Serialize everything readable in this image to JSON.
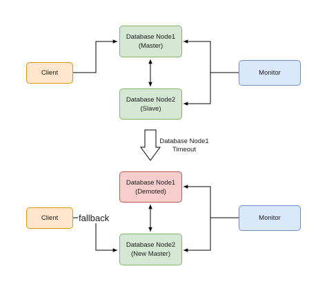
{
  "top": {
    "client": "Client",
    "monitor": "Monitor",
    "node1": {
      "line1": "Database Node1",
      "line2": "(Master)"
    },
    "node2": {
      "line1": "Database Node2",
      "line2": "(Slave)"
    }
  },
  "transition": {
    "label_line1": "Database Node1",
    "label_line2": "Timeout"
  },
  "bottom": {
    "client": "Client",
    "monitor": "Monitor",
    "node1": {
      "line1": "Database Node1",
      "line2": "(Demoted)"
    },
    "node2": {
      "line1": "Database Node2",
      "line2": "(New Master)"
    },
    "fallback_label": "fallback"
  },
  "colors": {
    "client_fill": "#ffe6cc",
    "client_border": "#d79b00",
    "monitor_fill": "#dae8fc",
    "monitor_border": "#6c8ebf",
    "node_ok_fill": "#d5e8d4",
    "node_ok_border": "#82b366",
    "node_failed_fill": "#f8cecc",
    "node_failed_border": "#b85450"
  }
}
